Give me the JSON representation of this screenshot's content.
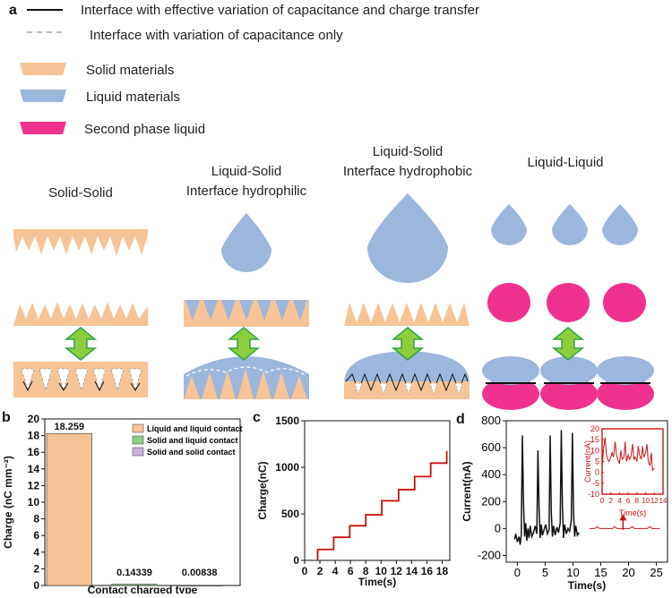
{
  "panel_labels": {
    "a": "a",
    "b": "b",
    "c": "c",
    "d": "d"
  },
  "legend": {
    "solid_line": "Interface with effective variation of capacitance and charge transfer",
    "dashed_line": "Interface with variation of capacitance only",
    "solid_materials": "Solid materials",
    "liquid_materials": "Liquid materials",
    "second_phase": "Second phase liquid"
  },
  "columns": {
    "col1": [
      "Solid-Solid"
    ],
    "col2": [
      "Liquid-Solid",
      "Interface hydrophilic"
    ],
    "col3": [
      "Liquid-Solid",
      "Interface hydrophobic"
    ],
    "col4": [
      "Liquid-Liquid"
    ]
  },
  "colors": {
    "solid": "#f7c497",
    "liquid": "#9db6dc",
    "second_phase": "#f0328e",
    "arrow": "#8ccf3d",
    "arrow_edge": "#33a34a",
    "red": "#cc1111"
  },
  "chart_data": [
    {
      "type": "bar",
      "categories": [
        "Liquid and liquid contact",
        "Solid and liquid contact",
        "Solid and solid contact"
      ],
      "values": [
        18.259,
        0.14339,
        0.00838
      ],
      "value_labels": [
        "18.259",
        "0.14339",
        "0.00838"
      ],
      "colors": [
        "#f7c497",
        "#8fcf8a",
        "#c7b3d9"
      ],
      "xlabel": "Contact charged type",
      "ylabel": "Charge (nC mm⁻²)",
      "ylim": [
        0,
        20
      ],
      "yticks": [
        "0",
        "2",
        "4",
        "6",
        "8",
        "10",
        "12",
        "14",
        "16",
        "18",
        "20"
      ],
      "legend_position": "top-right"
    },
    {
      "type": "line",
      "xlabel": "Time(s)",
      "ylabel": "Charge(nC)",
      "xlim": [
        0,
        19
      ],
      "ylim": [
        0,
        1500
      ],
      "xticks": [
        "0",
        "2",
        "4",
        "6",
        "8",
        "10",
        "12",
        "14",
        "16",
        "18"
      ],
      "yticks": [
        "0",
        "500",
        "1000",
        "1500"
      ],
      "series": [
        {
          "color": "#cc1111",
          "x": [
            1.7,
            1.7,
            3.8,
            3.8,
            5.9,
            5.9,
            8.0,
            8.0,
            10.1,
            10.1,
            12.3,
            12.3,
            14.4,
            14.4,
            16.5,
            16.5,
            18.6,
            18.6
          ],
          "y": [
            0,
            118,
            118,
            248,
            248,
            372,
            372,
            490,
            490,
            640,
            640,
            760,
            760,
            900,
            900,
            1045,
            1045,
            1175
          ]
        }
      ]
    },
    {
      "type": "line",
      "xlabel": "Time(s)",
      "ylabel": "Current(nA)",
      "xlim": [
        -2,
        27
      ],
      "ylim": [
        -250,
        800
      ],
      "xticks": [
        "0",
        "5",
        "10",
        "15",
        "20",
        "25"
      ],
      "yticks": [
        "-200",
        "0",
        "200",
        "400",
        "600",
        "800"
      ],
      "series": [
        {
          "color": "#111111",
          "x": [
            -0.5,
            -0.3,
            0,
            0.3,
            0.5,
            0.7,
            0.9,
            1.1,
            1.3,
            1.5,
            1.7,
            1.9,
            2.1,
            2.3,
            2.6,
            2.9,
            3.2,
            3.5,
            3.7,
            3.9,
            4.1,
            4.3,
            4.5,
            4.8,
            5.1,
            5.4,
            5.7,
            5.9,
            6.1,
            6.3,
            6.5,
            6.8,
            7.1,
            7.4,
            7.7,
            7.9,
            8.1,
            8.3,
            8.5,
            8.8,
            9.1,
            9.4,
            9.7,
            9.9,
            10.1,
            10.3,
            10.5,
            10.8,
            11.1
          ],
          "y": [
            -80,
            -40,
            -100,
            -60,
            -120,
            -50,
            690,
            200,
            -60,
            40,
            -90,
            0,
            -70,
            20,
            -60,
            -30,
            20,
            -40,
            580,
            150,
            -70,
            30,
            -50,
            -10,
            30,
            -40,
            -10,
            690,
            120,
            -60,
            20,
            -50,
            10,
            -30,
            40,
            730,
            160,
            -70,
            30,
            -40,
            0,
            -20,
            60,
            710,
            120,
            -60,
            20,
            -50,
            -30
          ]
        }
      ],
      "inset": {
        "xlabel": "Time(s)",
        "ylabel": "Current(nA)",
        "xlim": [
          0,
          14
        ],
        "ylim": [
          -10,
          20
        ],
        "xticks": [
          "0",
          "2",
          "4",
          "6",
          "8",
          "10",
          "12",
          "14"
        ],
        "yticks": [
          "-10",
          "-5",
          "0",
          "5",
          "10",
          "15",
          "20"
        ],
        "color": "#cc1111",
        "x": [
          0,
          0.4,
          0.7,
          1.0,
          1.3,
          1.6,
          2.0,
          2.3,
          2.6,
          3.0,
          3.3,
          3.6,
          4.0,
          4.3,
          4.6,
          5.0,
          5.3,
          5.6,
          6.0,
          6.3,
          6.6,
          7.0,
          7.3,
          7.6,
          8.0,
          8.3,
          8.6,
          9.0,
          9.3,
          9.6,
          10.0,
          10.3,
          10.6,
          11.0,
          11.3,
          11.6,
          12.0
        ],
        "y": [
          3,
          12,
          16,
          8,
          6,
          5,
          7,
          9,
          7,
          14,
          8,
          6,
          4,
          10,
          6,
          7,
          14,
          5,
          8,
          6,
          7,
          13,
          6,
          7,
          5,
          12,
          8,
          6,
          12,
          7,
          9,
          13,
          5,
          3,
          9,
          1,
          2
        ]
      }
    }
  ]
}
